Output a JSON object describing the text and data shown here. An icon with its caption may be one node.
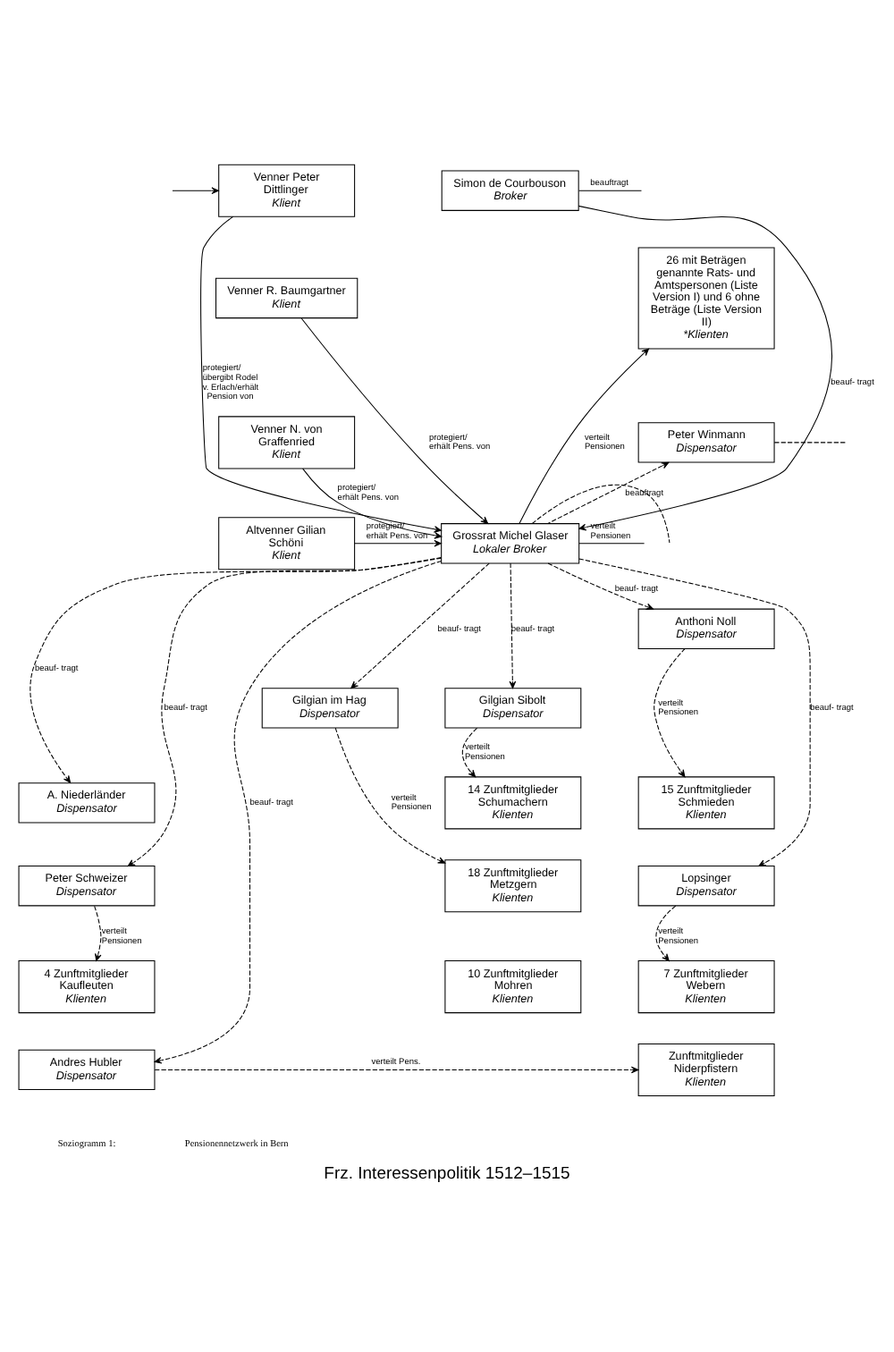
{
  "diagram": {
    "title": "Frz. Interessenpolitik 1512–1515",
    "nodes": [
      {
        "text": [
          "Venner Peter Dittlinger",
          "Klient"
        ]
      },
      {
        "text": [
          "Simon de Courbouson",
          "Broker"
        ]
      },
      {
        "text": [
          "Venner R. Baumgartner",
          "Klient"
        ]
      },
      {
        "text": [
          "26 mit Beträgen genannte Rats- und Amtspersonen (Liste Version I) und 6 ohne Beträge (Liste Version II)",
          "*Klienten"
        ]
      },
      {
        "text": [
          "Venner N. von Graffenried",
          "Klient"
        ]
      },
      {
        "text": [
          "Peter Winmann",
          "Dispensator"
        ]
      },
      {
        "text": [
          "Altvenner Gilian Schöni",
          "Klient"
        ]
      },
      {
        "text": [
          "Grossrat Michel Glaser",
          "Lokaler Broker"
        ]
      },
      {
        "text": [
          "Anthoni Noll",
          "Dispensator"
        ]
      },
      {
        "text": [
          "Gilgian Sibolt",
          "Dispensator"
        ]
      },
      {
        "text": [
          "Gilgian im Hag",
          "Dispensator"
        ]
      },
      {
        "text": [
          "A. Niederländer",
          "Dispensator"
        ]
      },
      {
        "text": [
          "15 Zunftmitglieder Schmieden",
          "Klienten"
        ]
      },
      {
        "text": [
          "14 Zunftmitglieder Schumachern",
          "Klienten"
        ]
      },
      {
        "text": [
          "18 Zunftmitglieder Metzgern",
          "Klienten"
        ]
      },
      {
        "text": [
          "Peter Schweizer",
          "Dispensator"
        ]
      },
      {
        "text": [
          "Lopsinger",
          "Dispensator"
        ]
      },
      {
        "text": [
          "10 Zunftmitglieder Mohren",
          "Klienten"
        ]
      },
      {
        "text": [
          "4 Zunftmitglieder Kaufleuten",
          "Klienten"
        ]
      },
      {
        "text": [
          "7 Zunftmitglieder Webern",
          "Klienten"
        ]
      },
      {
        "text": [
          "Andres Hubler",
          "Dispensator"
        ]
      },
      {
        "text": [
          "Zunftmitglieder Niderpfistern",
          "Klienten"
        ]
      }
    ],
    "edges": [
      {
        "from": null,
        "to": 0,
        "arrow": "to"
      },
      {
        "from": 1,
        "to": null,
        "arrow": "none",
        "label": "beauftragt"
      },
      {
        "from": 0,
        "to": 7,
        "arrow": "to",
        "label": "protegiert/ übergibt Rodel v. Erlach/erhält Pension von"
      },
      {
        "from": 2,
        "to": 7,
        "arrow": "to",
        "label": "protegiert/ erhält Pens. von"
      },
      {
        "from": 1,
        "to": 7,
        "arrow": "to",
        "label": "beauf- tragt"
      },
      {
        "from": 7,
        "to": 3,
        "arrow": "to",
        "label": "verteilt Pensionen"
      },
      {
        "from": 4,
        "to": 7,
        "arrow": "to",
        "label": "protegiert/ erhält Pens. von"
      },
      {
        "from": 7,
        "to": 5,
        "arrow": "to",
        "label": "beauftragt",
        "style": "dashed"
      },
      {
        "from": 5,
        "to": null,
        "arrow": "none",
        "style": "dashed"
      },
      {
        "from": 6,
        "to": 7,
        "arrow": "to",
        "label": "protegiert/ erhält Pens. von"
      },
      {
        "from": 7,
        "to": null,
        "arrow": "none",
        "style": "dashed"
      },
      {
        "from": 7,
        "to": null,
        "arrow": "none",
        "label": "verteilt Pensionen"
      },
      {
        "from": 7,
        "to": 8,
        "arrow": "to",
        "label": "beauf- tragt",
        "style": "dashed"
      },
      {
        "from": 7,
        "to": 9,
        "arrow": "to",
        "label": "beauf- tragt",
        "style": "dashed"
      },
      {
        "from": 7,
        "to": 10,
        "arrow": "to",
        "label": "beauf- tragt",
        "style": "dashed"
      },
      {
        "from": 7,
        "to": 11,
        "arrow": "to",
        "label": "beauf- tragt",
        "style": "dashed"
      },
      {
        "from": 7,
        "to": 15,
        "arrow": "to",
        "label": "beauf- tragt",
        "style": "dashed"
      },
      {
        "from": 7,
        "to": 16,
        "arrow": "to",
        "label": "beauf- tragt",
        "style": "dashed"
      },
      {
        "from": 8,
        "to": 12,
        "arrow": "to",
        "label": "verteilt Pensionen",
        "style": "dashed"
      },
      {
        "from": 9,
        "to": 13,
        "arrow": "to",
        "label": "verteilt Pensionen",
        "style": "dashed"
      },
      {
        "from": 10,
        "to": 14,
        "arrow": "to",
        "label": "verteilt Pensionen",
        "style": "dashed"
      },
      {
        "from": 15,
        "to": 18,
        "arrow": "to",
        "label": "verteilt Pensionen",
        "style": "dashed"
      },
      {
        "from": 16,
        "to": 19,
        "arrow": "to",
        "label": "verteilt Pensionen",
        "style": "dashed"
      },
      {
        "from": 7,
        "to": 20,
        "arrow": "to",
        "label": "beauf- tragt",
        "style": "dashed"
      },
      {
        "from": 20,
        "to": 21,
        "arrow": "to",
        "label": "verteilt Pens.",
        "style": "dashed"
      }
    ],
    "labels": [
      "Soziogramm 1:",
      "Pensionennetzwerk in Bern"
    ]
  }
}
